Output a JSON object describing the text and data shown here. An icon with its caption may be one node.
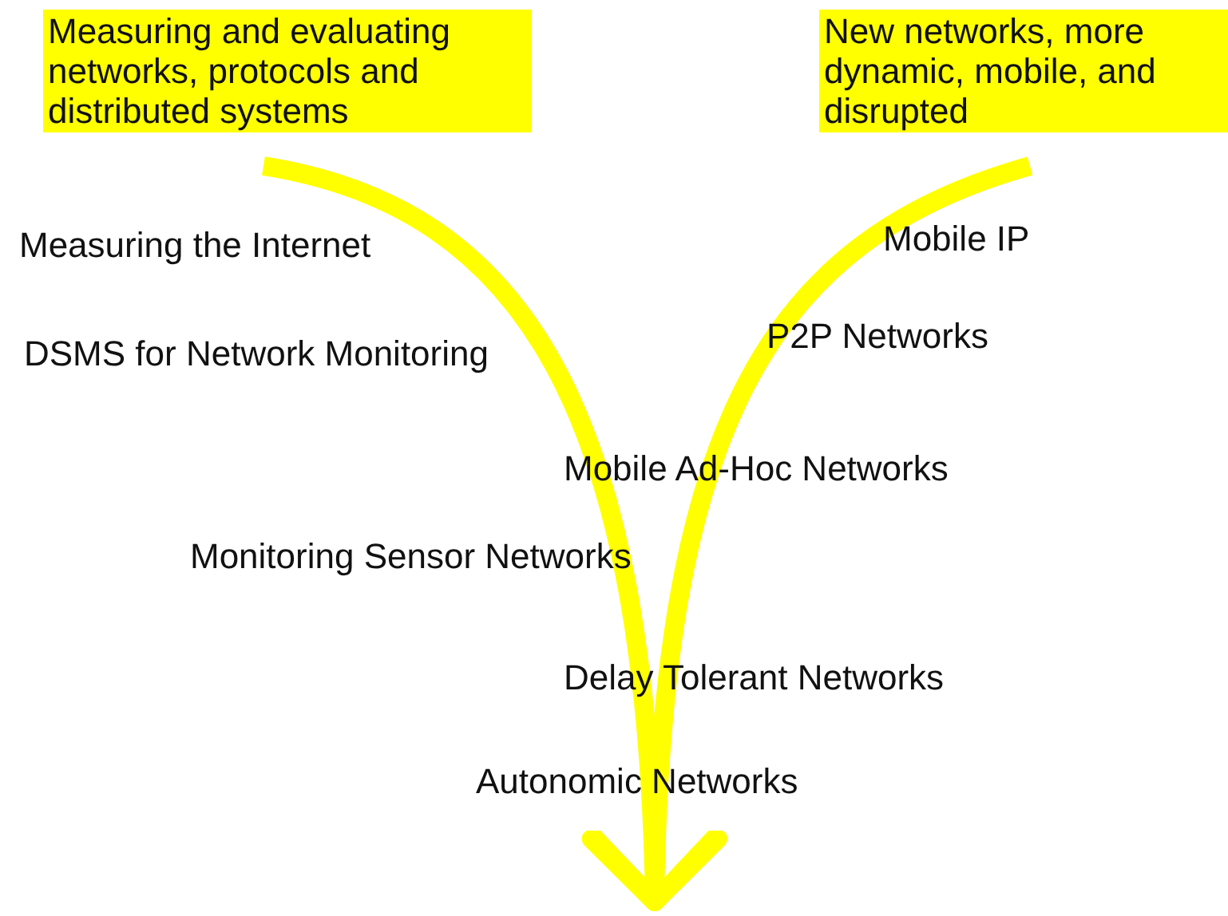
{
  "diagram": {
    "nodes": [
      {
        "text": [
          "Measuring and evaluating networks, protocols and distributed systems"
        ]
      },
      {
        "text": [
          "New networks, more dynamic, mobile, and disrupted"
        ]
      }
    ],
    "edges": [
      {
        "from": 0,
        "to": null,
        "arrow": "to"
      },
      {
        "from": 1,
        "to": null,
        "arrow": "to"
      }
    ],
    "labels": [
      "Mobile IP",
      "Measuring the Internet",
      "P2P Networks",
      "DSMS for Network Monitoring",
      "Mobile Ad-Hoc Networks",
      "Monitoring Sensor Networks",
      "Delay Tolerant Networks",
      "Autonomic Networks"
    ]
  }
}
